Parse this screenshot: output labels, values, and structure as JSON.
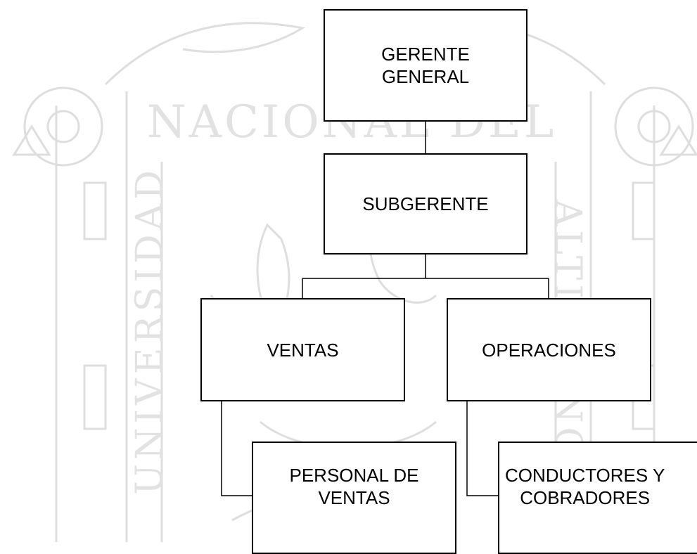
{
  "watermark": {
    "text_top": "NACIONAL DEL",
    "text_left": "UNIVERSIDAD",
    "text_right": "ALTIPLANO",
    "color": "#dcdcdc"
  },
  "org_chart": {
    "nodes": [
      {
        "id": "gerente-general",
        "label": "GERENTE\nGENERAL"
      },
      {
        "id": "subgerente",
        "label": "SUBGERENTE"
      },
      {
        "id": "ventas",
        "label": "VENTAS"
      },
      {
        "id": "operaciones",
        "label": "OPERACIONES"
      },
      {
        "id": "personal-ventas",
        "label": "PERSONAL DE\nVENTAS"
      },
      {
        "id": "conductores",
        "label": "CONDUCTORES  Y\nCOBRADORES"
      }
    ],
    "edges": [
      [
        "gerente-general",
        "subgerente"
      ],
      [
        "subgerente",
        "ventas"
      ],
      [
        "subgerente",
        "operaciones"
      ],
      [
        "ventas",
        "personal-ventas"
      ],
      [
        "operaciones",
        "conductores"
      ]
    ]
  }
}
